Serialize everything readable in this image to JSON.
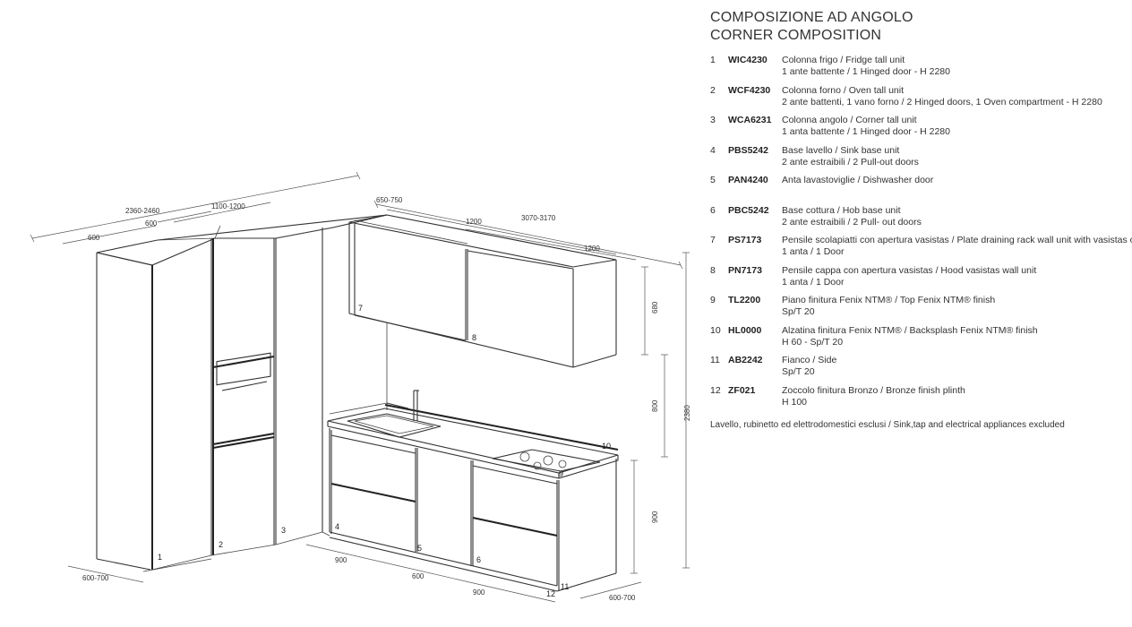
{
  "title_it": "COMPOSIZIONE AD ANGOLO",
  "title_en": "CORNER COMPOSITION",
  "items": [
    {
      "n": "1",
      "code": "WIC4230",
      "line1": "Colonna frigo / Fridge tall unit",
      "line2": "1 ante battente / 1 Hinged door - H 2280"
    },
    {
      "n": "2",
      "code": "WCF4230",
      "line1": "Colonna forno / Oven tall unit",
      "line2": "2 ante battenti, 1 vano forno / 2 Hinged doors, 1 Oven compartment - H 2280"
    },
    {
      "n": "3",
      "code": "WCA6231",
      "line1": "Colonna angolo / Corner tall unit",
      "line2": "1 anta battente / 1 Hinged door - H 2280"
    },
    {
      "n": "4",
      "code": "PBS5242",
      "line1": "Base lavello / Sink base unit",
      "line2": "2 ante estraibili / 2 Pull-out doors"
    },
    {
      "n": "5",
      "code": "PAN4240",
      "line1": "Anta lavastoviglie / Dishwasher door",
      "line2": ""
    },
    {
      "n": "6",
      "code": "PBC5242",
      "line1": "Base cottura / Hob base unit",
      "line2": "2 ante estraibili / 2 Pull- out doors"
    },
    {
      "n": "7",
      "code": "PS7173",
      "line1": "Pensile scolapiatti con apertura vasistas / Plate draining rack wall unit with vasistas opening",
      "line2": "1 anta / 1 Door"
    },
    {
      "n": "8",
      "code": "PN7173",
      "line1": "Pensile cappa con apertura vasistas / Hood vasistas wall unit",
      "line2": "1 anta / 1 Door"
    },
    {
      "n": "9",
      "code": "TL2200",
      "line1": "Piano finitura Fenix NTM® / Top Fenix NTM® finish",
      "line2": "Sp/T 20"
    },
    {
      "n": "10",
      "code": "HL0000",
      "line1": "Alzatina finitura Fenix NTM® / Backsplash Fenix NTM® finish",
      "line2": "H 60 - Sp/T 20"
    },
    {
      "n": "11",
      "code": "AB2242",
      "line1": "Fianco / Side",
      "line2": "Sp/T 20"
    },
    {
      "n": "12",
      "code": "ZF021",
      "line1": "Zoccolo finitura Bronzo / Bronze finish plinth",
      "line2": "H 100"
    }
  ],
  "note": "Lavello, rubinetto ed elettrodomestici esclusi / Sink,tap and electrical appliances excluded",
  "dimensions": {
    "d_2360_2460": "2360-2460",
    "d_1100_1200": "1100-1200",
    "d_600_a": "600",
    "d_600_b": "600",
    "d_650_750": "650-750",
    "d_1200_a": "1200",
    "d_3070_3170": "3070-3170",
    "d_1200_b": "1200",
    "d_680": "680",
    "d_800": "800",
    "d_2380": "2380",
    "d_900_v": "900",
    "d_600_700_left": "600-700",
    "d_900_a": "900",
    "d_600_c": "600",
    "d_900_b": "900",
    "d_600_700_right": "600-700"
  },
  "markers": {
    "m1": "1",
    "m2": "2",
    "m3": "3",
    "m4": "4",
    "m5": "5",
    "m6": "6",
    "m7": "7",
    "m8": "8",
    "m9": "9",
    "m10": "10",
    "m11": "11",
    "m12": "12"
  }
}
